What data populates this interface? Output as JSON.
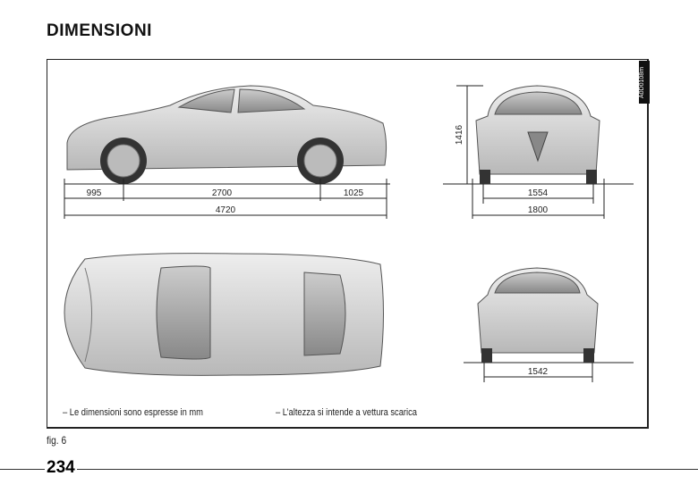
{
  "page": {
    "title": "DIMENSIONI",
    "figure_code": "A0D0108m",
    "figure_label": "fig. 6",
    "page_number": "234"
  },
  "dimensions": {
    "front_overhang": "995",
    "wheelbase": "2700",
    "rear_overhang": "1025",
    "length": "4720",
    "height": "1416",
    "front_track": "1554",
    "width": "1800",
    "rear_track": "1542"
  },
  "notes": [
    "– Le dimensioni sono espresse in mm",
    "– L’altezza si intende a vettura scarica"
  ]
}
